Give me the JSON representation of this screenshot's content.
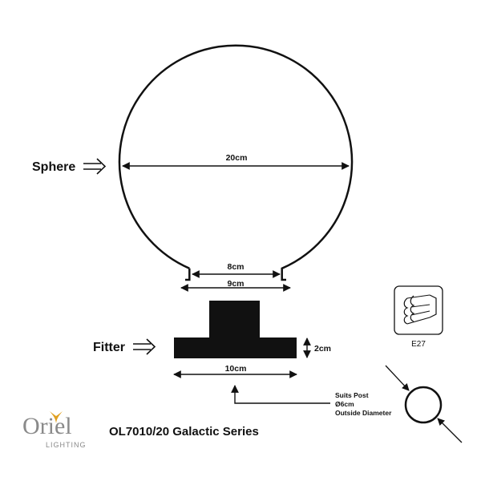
{
  "labels": {
    "sphere": "Sphere",
    "fitter": "Fitter"
  },
  "dimensions": {
    "sphere_diameter": "20cm",
    "opening_inner": "8cm",
    "opening_outer": "9cm",
    "fitter_width": "10cm",
    "fitter_height": "2cm"
  },
  "post_note": {
    "line1": "Suits Post",
    "line2": "Ø6cm",
    "line3": "Outside Diameter"
  },
  "bulb": {
    "cap": "E27",
    "icon": "e27-bulb-cap-icon"
  },
  "brand": {
    "name": "Oriel",
    "sub": "LIGHTING",
    "accent_color": "#e0a020"
  },
  "product_title": "OL7010/20 Galactic Series",
  "colors": {
    "line": "#111111",
    "fitter_fill": "#111111",
    "brand_grey": "#8a8a8a"
  }
}
